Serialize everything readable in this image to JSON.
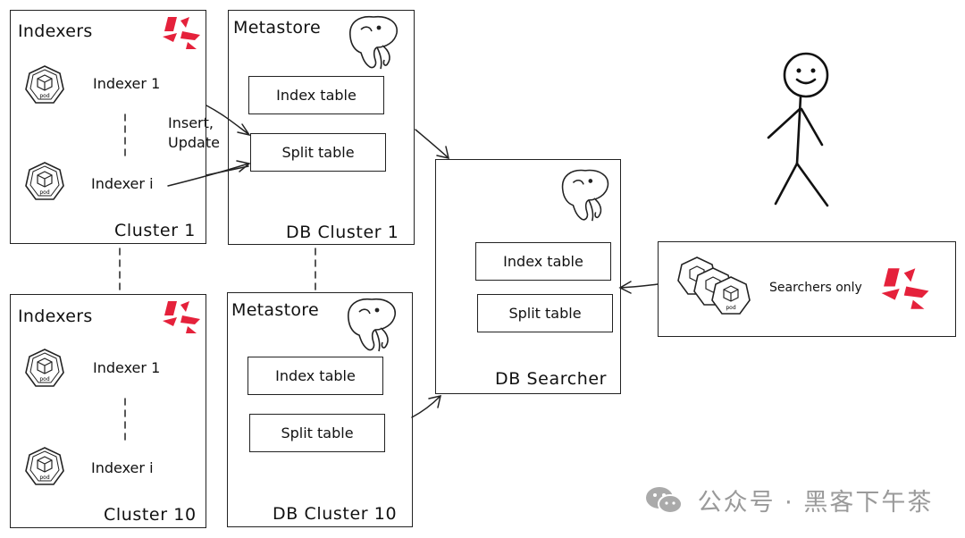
{
  "cluster1": {
    "indexers_title": "Indexers",
    "indexer_first": "Indexer 1",
    "indexer_last": "Indexer i",
    "footer": "Cluster 1",
    "arrow_label_1": "Insert,",
    "arrow_label_2": "Update"
  },
  "cluster10": {
    "indexers_title": "Indexers",
    "indexer_first": "Indexer 1",
    "indexer_last": "Indexer i",
    "footer": "Cluster 10"
  },
  "db_cluster1": {
    "title": "Metastore",
    "index_table": "Index table",
    "split_table": "Split table",
    "footer": "DB Cluster 1"
  },
  "db_cluster10": {
    "title": "Metastore",
    "index_table": "Index table",
    "split_table": "Split table",
    "footer": "DB Cluster 10"
  },
  "db_searcher": {
    "index_table": "Index table",
    "split_table": "Split table",
    "footer": "DB Searcher"
  },
  "searchers": {
    "label": "Searchers only"
  },
  "pod_label": "pod",
  "watermark": "公众号 · 黑客下午茶",
  "colors": {
    "brand": "#e5213b",
    "stroke": "#222222",
    "watermark": "#9a9a9a"
  },
  "icons": [
    "quickwit-logo-icon",
    "postgres-elephant-icon",
    "kubernetes-pod-icon",
    "stick-figure-icon",
    "wechat-icon"
  ]
}
